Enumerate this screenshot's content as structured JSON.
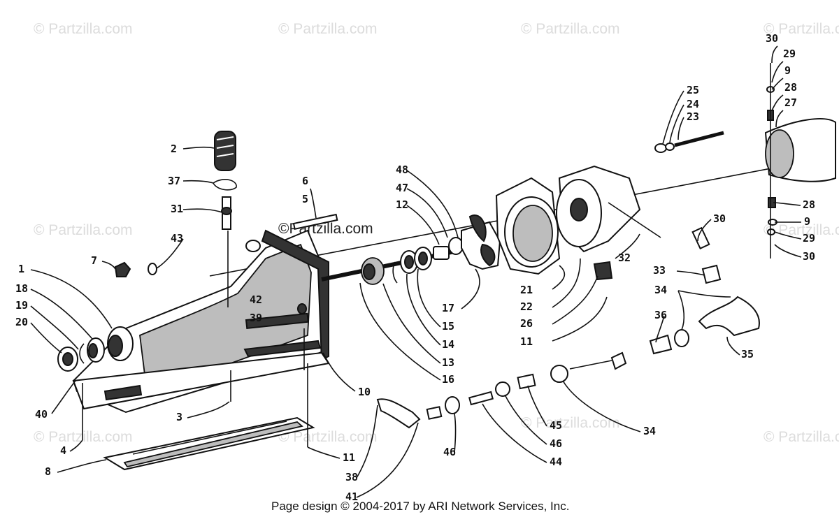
{
  "watermark_text": "© Partzilla.com",
  "watermark_dark_text": "©Partzilla.com",
  "footer_text": "Page design © 2004-2017 by ARI Network Services, Inc.",
  "callouts": [
    {
      "id": "c30a",
      "text": "30"
    },
    {
      "id": "c29a",
      "text": "29"
    },
    {
      "id": "c9a",
      "text": "9"
    },
    {
      "id": "c28a",
      "text": "28"
    },
    {
      "id": "c27",
      "text": "27"
    },
    {
      "id": "c25",
      "text": "25"
    },
    {
      "id": "c24",
      "text": "24"
    },
    {
      "id": "c23",
      "text": "23"
    },
    {
      "id": "c2",
      "text": "2"
    },
    {
      "id": "c37",
      "text": "37"
    },
    {
      "id": "c31",
      "text": "31"
    },
    {
      "id": "c6",
      "text": "6"
    },
    {
      "id": "c5",
      "text": "5"
    },
    {
      "id": "c48",
      "text": "48"
    },
    {
      "id": "c47",
      "text": "47"
    },
    {
      "id": "c12",
      "text": "12"
    },
    {
      "id": "c43",
      "text": "43"
    },
    {
      "id": "c7",
      "text": "7"
    },
    {
      "id": "c1",
      "text": "1"
    },
    {
      "id": "c18",
      "text": "18"
    },
    {
      "id": "c19",
      "text": "19"
    },
    {
      "id": "c20",
      "text": "20"
    },
    {
      "id": "c42",
      "text": "42"
    },
    {
      "id": "c39",
      "text": "39"
    },
    {
      "id": "c30b",
      "text": "30"
    },
    {
      "id": "c28b",
      "text": "28"
    },
    {
      "id": "c9b",
      "text": "9"
    },
    {
      "id": "c29b",
      "text": "29"
    },
    {
      "id": "c30c",
      "text": "30"
    },
    {
      "id": "c32",
      "text": "32"
    },
    {
      "id": "c33",
      "text": "33"
    },
    {
      "id": "c21",
      "text": "21"
    },
    {
      "id": "c22",
      "text": "22"
    },
    {
      "id": "c26",
      "text": "26"
    },
    {
      "id": "c11a",
      "text": "11"
    },
    {
      "id": "c17",
      "text": "17"
    },
    {
      "id": "c15",
      "text": "15"
    },
    {
      "id": "c14",
      "text": "14"
    },
    {
      "id": "c13",
      "text": "13"
    },
    {
      "id": "c16",
      "text": "16"
    },
    {
      "id": "c34a",
      "text": "34"
    },
    {
      "id": "c36",
      "text": "36"
    },
    {
      "id": "c35",
      "text": "35"
    },
    {
      "id": "c10",
      "text": "10"
    },
    {
      "id": "c40",
      "text": "40"
    },
    {
      "id": "c3",
      "text": "3"
    },
    {
      "id": "c4",
      "text": "4"
    },
    {
      "id": "c8",
      "text": "8"
    },
    {
      "id": "c11b",
      "text": "11"
    },
    {
      "id": "c38",
      "text": "38"
    },
    {
      "id": "c41",
      "text": "41"
    },
    {
      "id": "c46a",
      "text": "46"
    },
    {
      "id": "c44",
      "text": "44"
    },
    {
      "id": "c46b",
      "text": "46"
    },
    {
      "id": "c45",
      "text": "45"
    },
    {
      "id": "c34b",
      "text": "34"
    }
  ]
}
